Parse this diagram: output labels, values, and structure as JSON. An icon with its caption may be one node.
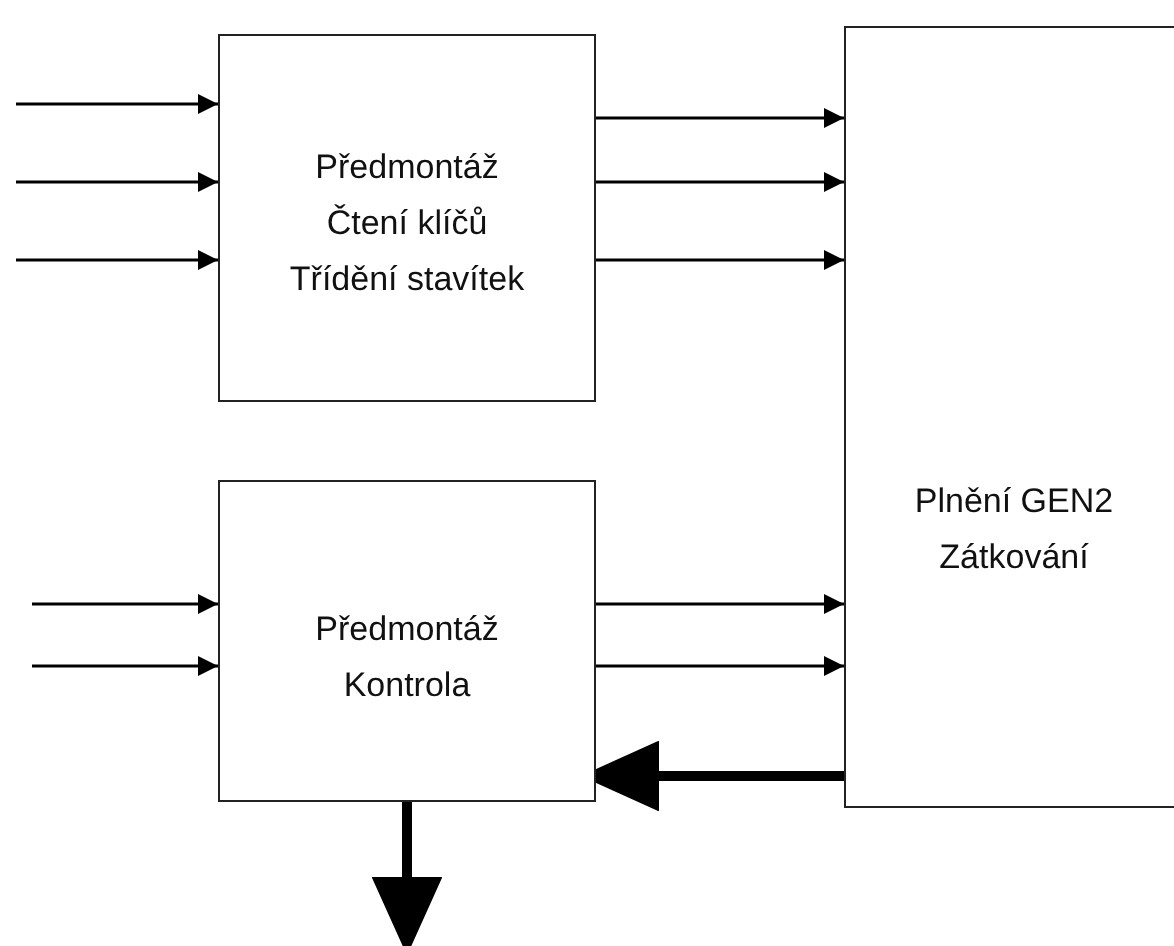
{
  "diagram": {
    "nodes": [
      {
        "text": [
          "Předmontáž",
          "Čtení klíčů",
          "Třídění stavítek"
        ]
      },
      {
        "text": [
          "Předmontáž",
          "Kontrola"
        ]
      },
      {
        "text": [
          "Plnění GEN2",
          "Zátkování"
        ]
      }
    ],
    "edges": [
      {
        "from": null,
        "to": 0,
        "arrow": "to"
      },
      {
        "from": null,
        "to": 0,
        "arrow": "to"
      },
      {
        "from": null,
        "to": 0,
        "arrow": "to"
      },
      {
        "from": 0,
        "to": 2,
        "arrow": "to"
      },
      {
        "from": 0,
        "to": 2,
        "arrow": "to"
      },
      {
        "from": 0,
        "to": 2,
        "arrow": "to"
      },
      {
        "from": null,
        "to": 1,
        "arrow": "to"
      },
      {
        "from": null,
        "to": 1,
        "arrow": "to"
      },
      {
        "from": 1,
        "to": 2,
        "arrow": "to"
      },
      {
        "from": 1,
        "to": 2,
        "arrow": "to"
      },
      {
        "from": 2,
        "to": 1,
        "arrow": "to",
        "style": "thick"
      },
      {
        "from": 1,
        "to": null,
        "arrow": "to",
        "style": "thick"
      }
    ]
  }
}
